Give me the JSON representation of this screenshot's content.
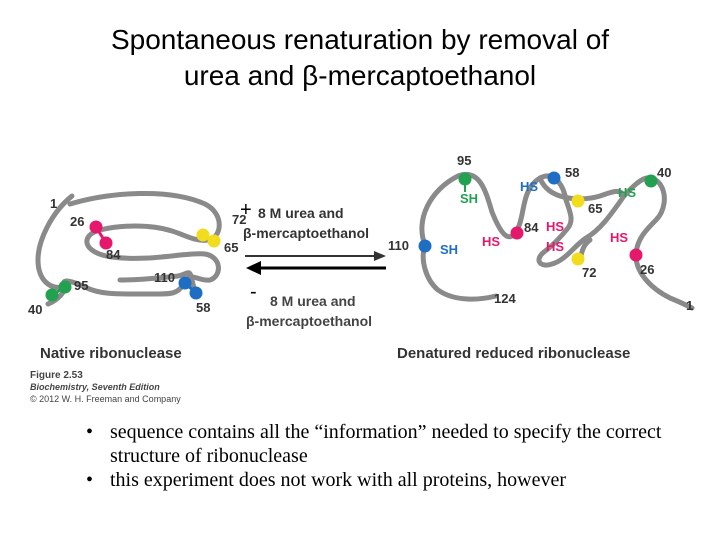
{
  "slide": {
    "title_line1": "Spontaneous renaturation by removal of",
    "title_line2": "urea and β-mercaptoethanol"
  },
  "figure": {
    "forward_reagent": [
      "8 M urea and",
      "β-mercaptoethanol"
    ],
    "reverse_reagent": [
      "8 M urea and",
      "β-mercaptoethanol"
    ],
    "plus_sign": "+",
    "minus_sign": "-",
    "native_label": "Native ribonuclease",
    "denatured_label": "Denatured reduced ribonuclease",
    "caption_figure": "Figure 2.53",
    "caption_book": "Biochemistry, Seventh Edition",
    "caption_copyright": "© 2012 W. H. Freeman and Company",
    "native_residues": [
      "1",
      "26",
      "84",
      "72",
      "65",
      "95",
      "110",
      "40",
      "58"
    ],
    "denatured_residues": [
      "95",
      "58",
      "40",
      "65",
      "84",
      "110",
      "72",
      "26",
      "124",
      "1"
    ],
    "denatured_groups": [
      "SH",
      "HS",
      "HS",
      "HS",
      "HS",
      "HS",
      "HS",
      "SH"
    ],
    "colors": {
      "chain": "#8a8a8a",
      "cys_26_84": "#e6186c",
      "cys_40_95": "#22a150",
      "cys_65_72": "#f2dc1e",
      "cys_58_110": "#1e6fc4",
      "sulfhydryl": "#e6186c",
      "sulfhydryl_alt": "#22a150",
      "sulfhydryl_blue": "#1e6fc4"
    }
  },
  "bullets": [
    "sequence contains all the  “information” needed to specify the correct structure of ribonuclease",
    "this experiment does not work with all proteins, however"
  ]
}
